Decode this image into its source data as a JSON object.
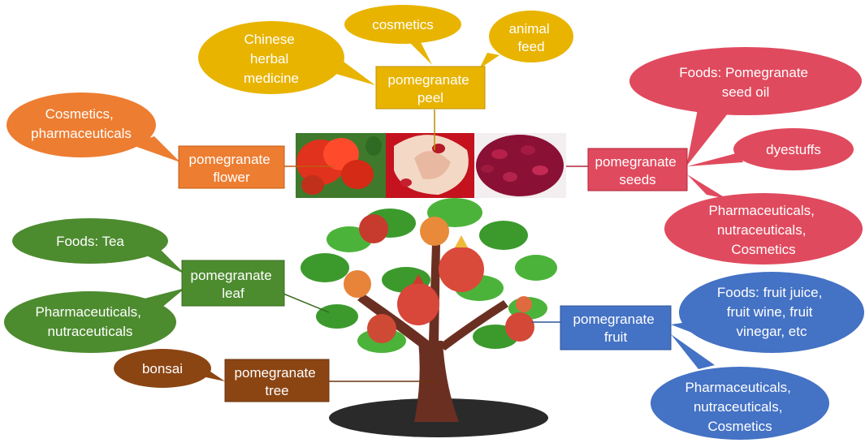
{
  "colors": {
    "peel": "#e8b400",
    "flower": "#ed7d31",
    "seeds": "#e04a5e",
    "leaf": "#4d8b2f",
    "fruit": "#4472c4",
    "tree": "#8b4513"
  },
  "parts": {
    "peel": {
      "line1": "pomegranate",
      "line2": "peel"
    },
    "flower": {
      "line1": "pomegranate",
      "line2": "flower"
    },
    "seeds": {
      "line1": "pomegranate",
      "line2": "seeds"
    },
    "leaf": {
      "line1": "pomegranate",
      "line2": "leaf"
    },
    "fruit": {
      "line1": "pomegranate",
      "line2": "fruit"
    },
    "tree": {
      "line1": "pomegranate",
      "line2": "tree"
    }
  },
  "uses": {
    "peel_cosmetics": [
      "cosmetics"
    ],
    "peel_animal_feed": [
      "animal",
      "feed"
    ],
    "peel_herbal": [
      "Chinese",
      "herbal",
      "medicine"
    ],
    "flower_uses": [
      "Cosmetics,",
      "pharmaceuticals"
    ],
    "seeds_foods": [
      "Foods: Pomegranate",
      "seed oil"
    ],
    "seeds_dyestuffs": [
      "dyestuffs"
    ],
    "seeds_pharma": [
      "Pharmaceuticals,",
      "nutraceuticals,",
      "Cosmetics"
    ],
    "leaf_foods": [
      "Foods: Tea"
    ],
    "leaf_pharma": [
      "Pharmaceuticals,",
      "nutraceuticals"
    ],
    "fruit_foods": [
      "Foods: fruit juice,",
      "fruit wine, fruit",
      "vinegar, etc"
    ],
    "fruit_pharma": [
      "Pharmaceuticals,",
      "nutraceuticals,",
      "Cosmetics"
    ],
    "tree_bonsai": [
      "bonsai"
    ]
  },
  "photos": [
    "flower-photo",
    "peel-photo",
    "seeds-photo"
  ],
  "illustration": "pomegranate-tree-illustration"
}
